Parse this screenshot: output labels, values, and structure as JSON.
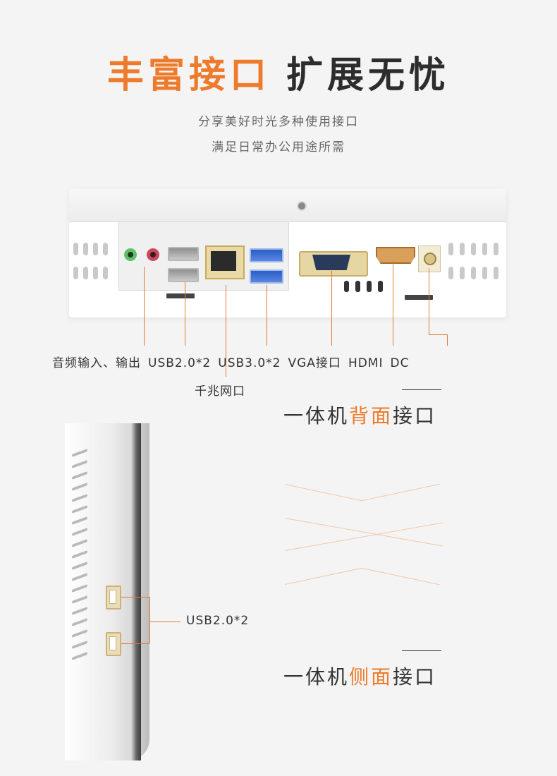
{
  "headline": {
    "orange_part": "丰富接口",
    "dark_part": "扩展无忧"
  },
  "subtitle": {
    "line1": "分享美好时光多种使用接口",
    "line2": "满足日常办公用途所需"
  },
  "back_labels": {
    "audio": "音频输入、输出",
    "usb20": "USB2.0*2",
    "usb30": "USB3.0*2",
    "vga": "VGA接口",
    "hdmi": "HDMI",
    "dc": "DC",
    "lan": "千兆网口"
  },
  "back_heading": {
    "prefix": "一体机",
    "highlight": "背面",
    "suffix": "接口"
  },
  "side_labels": {
    "usb": "USB2.0*2"
  },
  "side_heading": {
    "prefix": "一体机",
    "highlight": "侧面",
    "suffix": "接口"
  },
  "colors": {
    "accent": "#ee7a2b",
    "text": "#333333",
    "background": "#f4f4f4"
  }
}
